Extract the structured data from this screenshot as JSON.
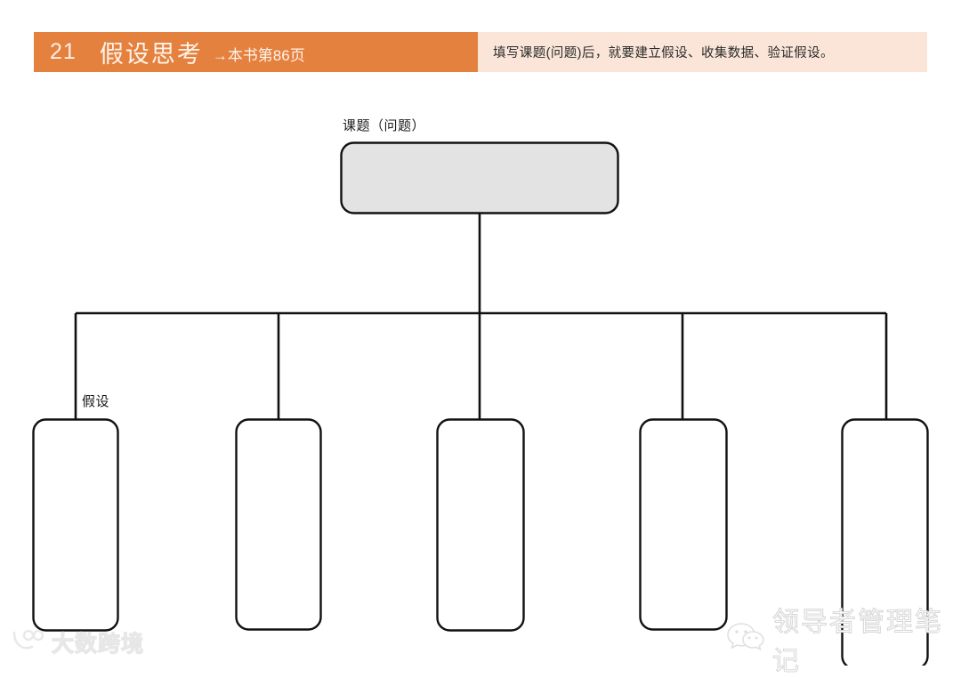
{
  "header": {
    "number": "21",
    "title": "假设思考",
    "reference": "→本书第86页",
    "note": "填写课题(问题)后，就要建立假设、收集数据、验证假设。",
    "colors": {
      "accent": "#e5813f",
      "note_background": "#fae5d8",
      "title_text": "#fdf3ea"
    }
  },
  "diagram": {
    "type": "tree",
    "root": {
      "label": "课题（问题）",
      "fill": "#e3e3e3",
      "stroke": "#111111",
      "value": ""
    },
    "branch_label": "假设",
    "children": [
      {
        "label": "",
        "value": ""
      },
      {
        "label": "",
        "value": ""
      },
      {
        "label": "",
        "value": ""
      },
      {
        "label": "",
        "value": ""
      },
      {
        "label": "",
        "value": ""
      }
    ]
  },
  "watermarks": {
    "left": {
      "text": "大数跨境",
      "icon": "dashu-logo-icon"
    },
    "right": {
      "text": "领导者管理笔记",
      "icon": "wechat-icon"
    }
  }
}
